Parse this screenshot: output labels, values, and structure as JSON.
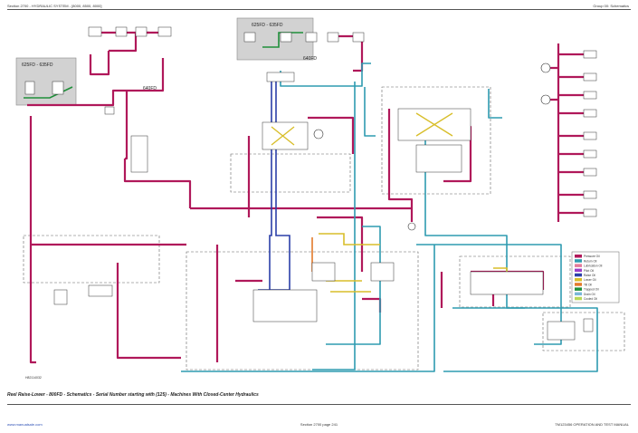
{
  "page": {
    "header_left": "Section 2700 - HYDRAULIC SYSTEM - [8000, 8500, 8000]",
    "header_right": "Group 00: Schematics",
    "caption": "Reel Raise-Lower - 800FD - Schematics - Serial Number starting with (125) - Machines With Closed-Center Hydraulics",
    "footer_left": "www.manualsale.com",
    "footer_center": "Section 2700 page 241",
    "footer_right": "TM123456 OPERATION AND TEST MANUAL"
  },
  "diagram": {
    "model_labels": [
      "625FD - 635FD",
      "625FD - 635FD",
      "640FD",
      "640FD"
    ],
    "diagram_id": "H82114032"
  },
  "colors": {
    "pressure": "#b0185a",
    "return": "#2e9bb0",
    "raise": "#2b3fa8",
    "lower": "#d8be2a",
    "tilt": "#e37a2a",
    "trapped": "#1f8f3a",
    "component_box": "#999999"
  },
  "legend": {
    "items": [
      {
        "label": "Pressure Oil",
        "color": "#b0185a"
      },
      {
        "label": "Return Oil",
        "color": "#2e9bb0"
      },
      {
        "label": "Lubrication Oil",
        "color": "#e37a9a"
      },
      {
        "label": "Pilot Oil",
        "color": "#9a3ec8"
      },
      {
        "label": "Raise Oil",
        "color": "#2b3fa8"
      },
      {
        "label": "Lower Oil",
        "color": "#d8be2a"
      },
      {
        "label": "Tilt Oil",
        "color": "#e37a2a"
      },
      {
        "label": "Trapped Oil",
        "color": "#1f8f3a"
      },
      {
        "label": "Drain Oil",
        "color": "#7ab8d8"
      },
      {
        "label": "Cooled Oil",
        "color": "#b8d858"
      }
    ]
  }
}
